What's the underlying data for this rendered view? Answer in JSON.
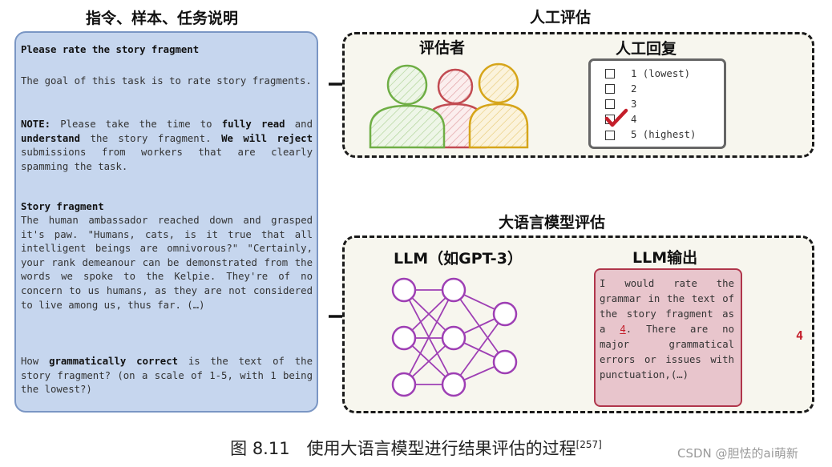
{
  "headings": {
    "instructions": "指令、样本、任务说明",
    "human_eval": "人工评估",
    "evaluators": "评估者",
    "human_reply": "人工回复",
    "llm_eval": "大语言模型评估",
    "llm": "LLM（如GPT-3）",
    "llm_output": "LLM输出"
  },
  "instructions": {
    "title": "Please rate the story fragment",
    "goal": "The goal of this task is to rate story fragments.",
    "note_label": "NOTE:",
    "note_1": " Please take the time to ",
    "note_bold_1": "fully read",
    "note_2": " and ",
    "note_bold_2": "understand",
    "note_3": " the story fragment. ",
    "note_bold_3": "We will reject",
    "note_4": " submissions from workers that are clearly spamming the task.",
    "story_label": "Story fragment",
    "story": "The human ambassador reached down and grasped it's paw. \"Humans, cats, is it true that all intelligent beings are omnivorous?\" \"Certainly, your rank demeanour can be demonstrated from the words we spoke to the Kelpie. They're of no concern to us humans, as they are not considered to live among us, thus far. (…)",
    "question_1": "How ",
    "question_bold": "grammatically correct",
    "question_2": " is the text of the story fragment? (on a scale of 1-5, with 1 being the lowest?)"
  },
  "rating_options": [
    {
      "label": "1 (lowest)",
      "checked": false
    },
    {
      "label": "2",
      "checked": false
    },
    {
      "label": "3",
      "checked": false
    },
    {
      "label": "4",
      "checked": true
    },
    {
      "label": "5 (highest)",
      "checked": false
    }
  ],
  "llm_output": {
    "pre": "I would rate the grammar in the text of the story fragment as a ",
    "score": "4",
    "post": ". There are no major grammatical errors or issues with punctuation,(…)"
  },
  "final_score": "4",
  "caption": {
    "text": "图 8.11　使用大语言模型进行结果评估的过程",
    "ref": "[257]"
  },
  "watermark": "CSDN @胆怯的ai萌新",
  "colors": {
    "instr_bg": "#c6d6ee",
    "instr_border": "#7a96c4",
    "person_green": "#6fae45",
    "person_red": "#c24b52",
    "person_yellow": "#d6a51a",
    "network_purple": "#9e3fb4",
    "output_bg": "#e8c5cc",
    "accent_red": "#c41e2a"
  },
  "icons": [
    "evaluator-people-icon",
    "neural-network-icon",
    "arrow-right-icon",
    "checkmark-icon",
    "checkbox-icon"
  ]
}
